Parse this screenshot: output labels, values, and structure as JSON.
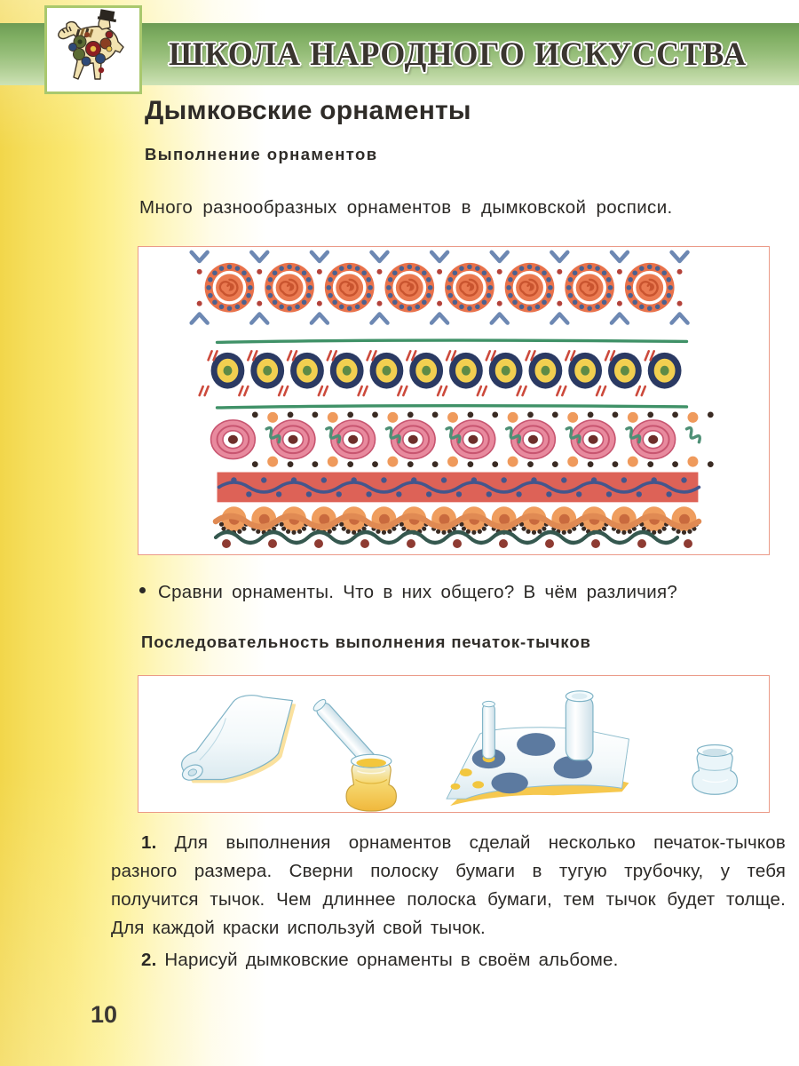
{
  "header": {
    "banner_title": "ШКОЛА НАРОДНОГО ИСКУССТВА",
    "logo_alt": "dymkovo-horse-figurine",
    "banner_color": "#7fae62",
    "logo_border_color": "#a9c86d"
  },
  "lesson": {
    "title": "Дымковские орнаменты",
    "subtitle": "Выполнение орнаментов",
    "intro": "Много разнообразных орнаментов в дымковской росписи.",
    "question": "Сравни орнаменты. Что в них общего? В чём различия?",
    "section_heading": "Последовательность выполнения печаток-тычков"
  },
  "steps": [
    {
      "number": "1.",
      "text": "Для выполнения орнаментов сделай несколько печаток-тычков разного размера. Сверни полоску бумаги в тугую трубочку, у тебя получится тычок. Чем длиннее полоска бумаги, тем тычок будет толще. Для каждой краски используй свой тычок."
    },
    {
      "number": "2.",
      "text": "Нарисуй дымковские орнаменты в своём альбоме."
    }
  ],
  "page_number": "10",
  "ornament_panel": {
    "border_color": "#eb9a88",
    "rows": [
      {
        "name": "orange-spiral-circles-with-blue-chevrons",
        "count": 8,
        "colors": {
          "ring": "#e8714a",
          "dots": "#56709c",
          "center": "#e9764e",
          "spiral": "#c9542f",
          "chevron": "#6d88b3",
          "small_dot": "#b4423a"
        }
      },
      {
        "name": "green-divider-line-top",
        "colors": {
          "line": "#3f9167"
        }
      },
      {
        "name": "navy-yellow-green-rings-with-red-ticks",
        "count": 12,
        "colors": {
          "outer": "#2b3a63",
          "middle": "#f2cf50",
          "center": "#5e8a46",
          "ticks": "#cc4a3c"
        }
      },
      {
        "name": "green-divider-line-bottom",
        "colors": {
          "line": "#3f9167"
        }
      },
      {
        "name": "pink-rings-with-green-squiggles",
        "count": 8,
        "colors": {
          "ring": "#e88a9e",
          "ring_line": "#c85570",
          "center": "#6d2e2a",
          "squiggle": "#4e9076",
          "orange_dot": "#ef9a5c",
          "dark_dot": "#3a2b23"
        }
      },
      {
        "name": "red-band-with-navy-wave",
        "colors": {
          "band": "#dd6257",
          "wave": "#44568c",
          "dots": "#44568c"
        }
      },
      {
        "name": "orange-dots-with-dark-fringe",
        "count": 16,
        "colors": {
          "disc": "#ef9d5e",
          "center": "#c96a3e",
          "fringe": "#3a2b23"
        }
      },
      {
        "name": "orange-and-teal-double-wave-with-dots",
        "colors": {
          "top_wave": "#e08a53",
          "bottom_wave": "#35584f",
          "dots": "#8e3b32"
        }
      }
    ]
  },
  "tools_panel": {
    "border_color": "#eb9a88",
    "items": [
      {
        "name": "paper-strip-being-rolled",
        "label": "полоска бумаги"
      },
      {
        "name": "rolled-paper-tube-tychok",
        "label": "тычок"
      },
      {
        "name": "paint-jar-yellow",
        "label": "баночка с краской"
      },
      {
        "name": "paper-sheet-with-printed-dots",
        "label": "лист с отпечатками"
      },
      {
        "name": "tall-paper-tube",
        "label": "толстый тычок"
      },
      {
        "name": "thin-paper-tube",
        "label": "тонкий тычок"
      },
      {
        "name": "empty-jar",
        "label": "баночка"
      }
    ],
    "dot_colors": {
      "blue": "#5c7aa0",
      "yellow": "#f2c63f",
      "paper": "#f0f5f7",
      "paper_shadow": "#f5c44a"
    }
  }
}
